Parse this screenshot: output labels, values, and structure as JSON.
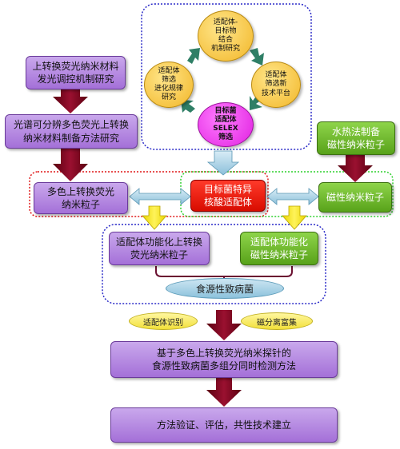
{
  "nodes": {
    "top_left_1": "上转换荧光纳米材料\n发光调控机制研究",
    "top_left_2": "光谱可分辨多色荧光上转换\n纳米材料制备方法研究",
    "multicolor_ucnp": "多色上转换荧光\n纳米粒子",
    "hydrothermal": "水热法制备\n磁性纳米粒子",
    "magnetic_np": "磁性纳米粒子",
    "aptamer_center": "目标菌特异\n核酸适配体",
    "func_ucnp": "适配体功能化上转换\n荧光纳米粒子",
    "func_magnetic": "适配体功能化\n磁性纳米粒子",
    "foodborne": "食源性致病菌",
    "aptamer_recognition": "适配体识别",
    "magnetic_enrichment": "磁分离富集",
    "detection_method": "基于多色上转换荧光纳米探针的\n食源性致病菌多组分同时检测方法",
    "validation": "方法验证、评估，共性技术建立"
  },
  "cycle": {
    "top": "适配体-\n目标物\n结合\n机制研究",
    "right": "适配体\n筛选新\n技术平台",
    "bottom": "目标菌\n适配体\nSELEX\n筛选",
    "left": "适配体\n筛选\n进化规律\n研究"
  },
  "colors": {
    "purple": "#b58ae0",
    "green": "#66b021",
    "red": "#e81a0c",
    "dark_red_arrow": "#7a0018",
    "teal_arrow": "#2f7f66",
    "blue_frame": "#2c2cc8"
  }
}
